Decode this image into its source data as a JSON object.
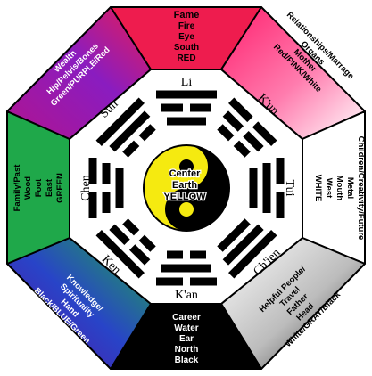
{
  "sectors": {
    "fame": {
      "lines": [
        "Fame",
        "Fire",
        "Eye",
        "South",
        "RED"
      ],
      "color": "#ee1c4e"
    },
    "relationships": {
      "lines": [
        "Relationships/Marrage",
        "Organs",
        "Mother",
        "Red/PINK/White"
      ],
      "colors": [
        "#ff2a7f",
        "#ffffff"
      ]
    },
    "children": {
      "lines": [
        "Children/Creativity/Future",
        "Metal",
        "Mouth",
        "West",
        "WHITE"
      ],
      "color": "#ffffff"
    },
    "helpful": {
      "lines": [
        "Helpful People/",
        "Travel",
        "Father",
        "Head",
        "White/GRAY/Black"
      ],
      "colors": [
        "#ffffff",
        "#555555"
      ]
    },
    "career": {
      "lines": [
        "Career",
        "Water",
        "Ear",
        "North",
        "Black"
      ],
      "color": "#000000"
    },
    "knowledge": {
      "lines": [
        "Knowledge/",
        "Spirituality",
        "Hand",
        "Black/BLUE/Green"
      ],
      "colors": [
        "#1e2a9e",
        "#1fa84a"
      ]
    },
    "family": {
      "lines": [
        "Family/Past",
        "Wood",
        "Foot",
        "East",
        "GREEN"
      ],
      "color": "#1fa84a"
    },
    "wealth": {
      "lines": [
        "Wealth",
        "Hip/Pelvis/Bones",
        "Green/PURPLE/Red"
      ],
      "colors": [
        "#c0148a",
        "#7a1bbf",
        "#ee1c4e"
      ]
    }
  },
  "trigrams": {
    "li": "Li",
    "kun": "K'un",
    "tui": "Tui",
    "chien": "Ch'ien",
    "kan": "K'an",
    "ken": "Ken",
    "chen": "Chen",
    "sun": "Sun"
  },
  "center": {
    "lines": [
      "Center",
      "Earth",
      "YELLOW"
    ],
    "color": "#f5ea10"
  }
}
